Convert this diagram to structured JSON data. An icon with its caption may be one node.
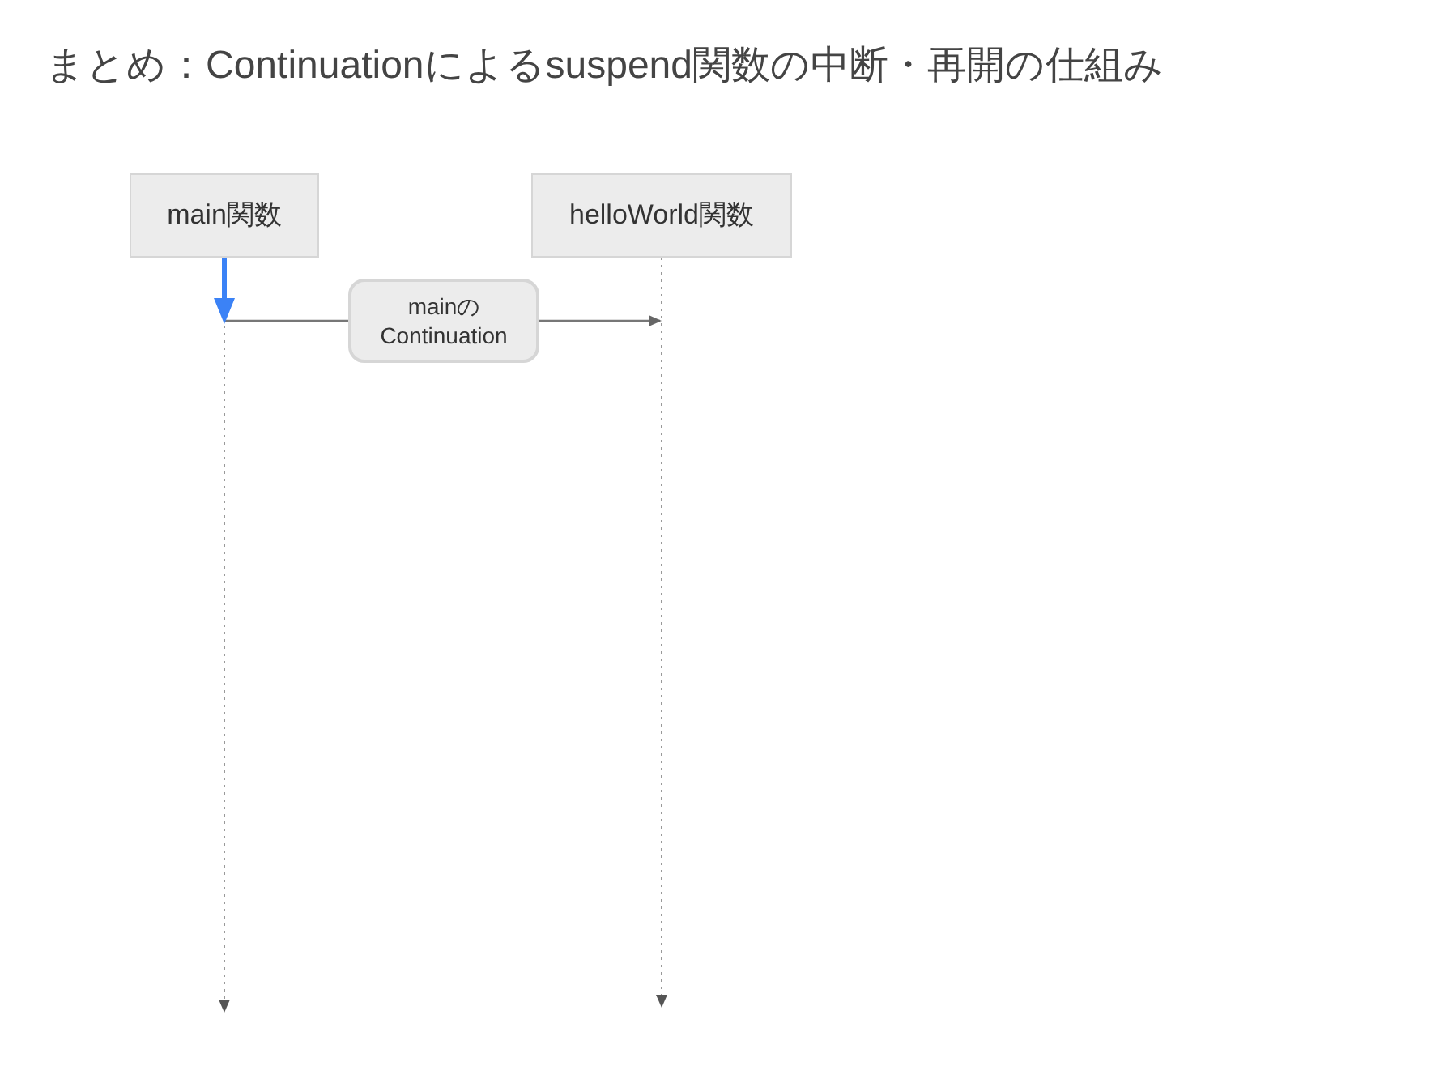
{
  "diagram": {
    "title": "まとめ：Continuationによるsuspend関数の中断・再開の仕組み",
    "nodes": [
      {
        "text": [
          "main関数"
        ]
      },
      {
        "text": [
          "helloWorld関数"
        ]
      },
      {
        "text": [
          "mainのContinuation"
        ]
      }
    ],
    "edges": [
      {
        "from": 0,
        "to": null,
        "arrow": "to",
        "style": "thick",
        "color": "#3b82f6"
      },
      {
        "from": 0,
        "to": 2,
        "arrow": "none"
      },
      {
        "from": 2,
        "to": 1,
        "arrow": "to"
      },
      {
        "from": 0,
        "to": null,
        "arrow": "to",
        "style": "dashed"
      },
      {
        "from": 1,
        "to": null,
        "arrow": "to",
        "style": "dashed"
      }
    ]
  }
}
